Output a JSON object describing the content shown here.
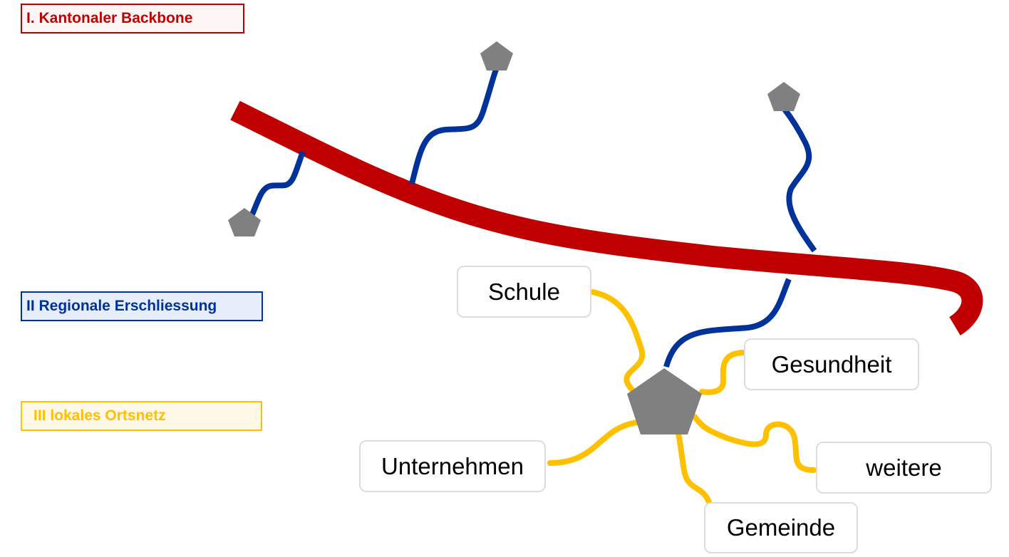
{
  "legend": [
    {
      "label": "I. Kantonaler Backbone",
      "color": "#c00000",
      "bg": "#fff5f5"
    },
    {
      "label": "II Regionale Erschliessung",
      "color": "#003399",
      "bg": "#e6eefc"
    },
    {
      "label": "III lokales Ortsnetz",
      "color": "#ffc000",
      "bg": "#fff8e6"
    }
  ],
  "nodes": {
    "schule": "Schule",
    "gesundheit": "Gesundheit",
    "weitere": "weitere",
    "gemeinde": "Gemeinde",
    "unternehmen": "Unternehmen"
  },
  "colors": {
    "backbone": "#c00000",
    "regional": "#003399",
    "local": "#ffc000",
    "node": "#808080"
  }
}
